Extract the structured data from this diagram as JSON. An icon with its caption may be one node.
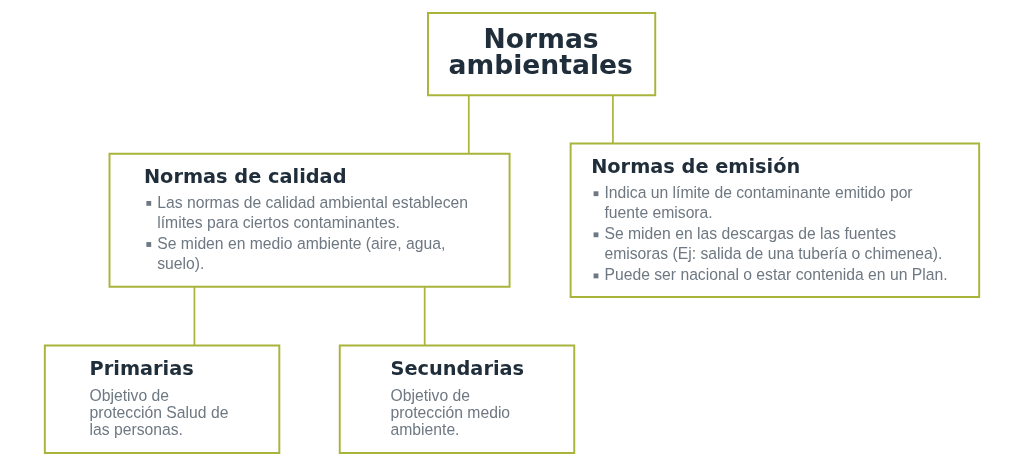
{
  "diagram": {
    "nodes": [
      {
        "text": [
          "Normas ambientales"
        ]
      },
      {
        "text": [
          "Normas de calidad",
          "Las normas de calidad ambiental establecen límites para ciertos contaminantes.",
          "Se miden en medio ambiente (aire, agua, suelo)."
        ]
      },
      {
        "text": [
          "Normas de emisión",
          "Indica un límite de contaminante emitido por fuente emisora.",
          "Se miden en las descargas de las fuentes emisoras (Ej: salida de una tubería o chimenea).",
          "Puede ser nacional o estar contenida en un Plan."
        ]
      },
      {
        "text": [
          "Primarias",
          "Objetivo de protección Salud de las personas."
        ]
      },
      {
        "text": [
          "Secundarias",
          "Objetivo de protección medio ambiente."
        ]
      }
    ],
    "edges": [
      {
        "from": 0,
        "to": 1,
        "arrow": "none"
      },
      {
        "from": 0,
        "to": 2,
        "arrow": "none"
      },
      {
        "from": 1,
        "to": 3,
        "arrow": "none"
      },
      {
        "from": 1,
        "to": 4,
        "arrow": "none"
      }
    ]
  }
}
